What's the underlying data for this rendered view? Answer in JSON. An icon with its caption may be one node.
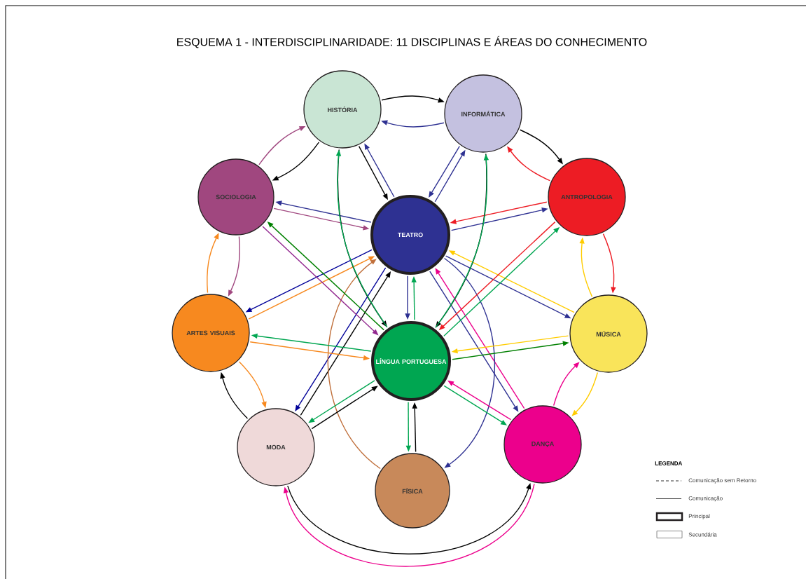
{
  "diagram": {
    "title": "ESQUEMA 1 - INTERDISCIPLINARIDADE: 11 DISCIPLINAS E ÁREAS DO CONHECIMENTO",
    "nodes": [
      {
        "text": [
          "HISTÓRIA"
        ]
      },
      {
        "text": [
          "INFORMÁTICA"
        ]
      },
      {
        "text": [
          "SOCIOLOGIA"
        ]
      },
      {
        "text": [
          "TEATRO"
        ]
      },
      {
        "text": [
          "ANTROPOLOGIA"
        ]
      },
      {
        "text": [
          "ARTES VISUAIS"
        ]
      },
      {
        "text": [
          "LÍNGUA PORTUGUESA"
        ]
      },
      {
        "text": [
          "MÚSICA"
        ]
      },
      {
        "text": [
          "MODA"
        ]
      },
      {
        "text": [
          "DANÇA"
        ]
      },
      {
        "text": [
          "FÍSICA"
        ]
      }
    ],
    "edges": [
      {
        "from": 0,
        "to": 1,
        "arrow": "to"
      },
      {
        "from": 1,
        "to": 0,
        "arrow": "to",
        "color": "#2e3192"
      },
      {
        "from": 1,
        "to": 4,
        "arrow": "to"
      },
      {
        "from": 4,
        "to": 1,
        "arrow": "to",
        "color": "#ed1c24"
      },
      {
        "from": 4,
        "to": 7,
        "arrow": "to",
        "color": "#ed1c24"
      },
      {
        "from": 7,
        "to": 4,
        "arrow": "to",
        "color": "#ffcc00"
      },
      {
        "from": 7,
        "to": 9,
        "arrow": "to",
        "color": "#ffcc00"
      },
      {
        "from": 9,
        "to": 7,
        "arrow": "to",
        "color": "#ec008c"
      },
      {
        "from": 9,
        "to": 8,
        "arrow": "to",
        "color": "#ec008c"
      },
      {
        "from": 8,
        "to": 9,
        "arrow": "to"
      },
      {
        "from": 8,
        "to": 5,
        "arrow": "to"
      },
      {
        "from": 5,
        "to": 8,
        "arrow": "to",
        "color": "#f7891f"
      },
      {
        "from": 5,
        "to": 2,
        "arrow": "to",
        "color": "#f7891f"
      },
      {
        "from": 2,
        "to": 5,
        "arrow": "to",
        "color": "#a0477f"
      },
      {
        "from": 2,
        "to": 0,
        "arrow": "to",
        "color": "#a0477f"
      },
      {
        "from": 0,
        "to": 2,
        "arrow": "to"
      },
      {
        "from": 0,
        "to": 3,
        "arrow": "to"
      },
      {
        "from": 3,
        "to": 0,
        "arrow": "to",
        "color": "#2e3192"
      },
      {
        "from": 1,
        "to": 3,
        "arrow": "to",
        "color": "#2e3192"
      },
      {
        "from": 3,
        "to": 1,
        "arrow": "to",
        "color": "#2e3192"
      },
      {
        "from": 2,
        "to": 3,
        "arrow": "to",
        "color": "#a0477f"
      },
      {
        "from": 3,
        "to": 2,
        "arrow": "to",
        "color": "#2e3192"
      },
      {
        "from": 4,
        "to": 3,
        "arrow": "to",
        "color": "#ed1c24"
      },
      {
        "from": 3,
        "to": 4,
        "arrow": "to",
        "color": "#2e3192"
      },
      {
        "from": 3,
        "to": 5,
        "arrow": "to",
        "color": "#000099"
      },
      {
        "from": 5,
        "to": 3,
        "arrow": "to",
        "color": "#f7891f"
      },
      {
        "from": 3,
        "to": 7,
        "arrow": "to",
        "color": "#2e3192"
      },
      {
        "from": 7,
        "to": 3,
        "arrow": "to",
        "color": "#ffcc00"
      },
      {
        "from": 3,
        "to": 6,
        "arrow": "to",
        "color": "#2e3192"
      },
      {
        "from": 6,
        "to": 3,
        "arrow": "to",
        "color": "#00a651"
      },
      {
        "from": 3,
        "to": 8,
        "arrow": "to",
        "color": "#000099"
      },
      {
        "from": 8,
        "to": 3,
        "arrow": "to"
      },
      {
        "from": 10,
        "to": 3,
        "arrow": "to",
        "color": "#c0703c"
      },
      {
        "from": 3,
        "to": 9,
        "arrow": "to",
        "color": "#2e3192"
      },
      {
        "from": 9,
        "to": 3,
        "arrow": "to",
        "color": "#ec008c"
      },
      {
        "from": 3,
        "to": 10,
        "arrow": "to",
        "color": "#2e3192"
      },
      {
        "from": 0,
        "to": 6,
        "arrow": "to"
      },
      {
        "from": 6,
        "to": 0,
        "arrow": "to",
        "color": "#00a651"
      },
      {
        "from": 1,
        "to": 6,
        "arrow": "to"
      },
      {
        "from": 6,
        "to": 1,
        "arrow": "to",
        "color": "#00a651"
      },
      {
        "from": 2,
        "to": 6,
        "arrow": "to",
        "color": "#92278f"
      },
      {
        "from": 6,
        "to": 2,
        "arrow": "to",
        "color": "#008000"
      },
      {
        "from": 4,
        "to": 6,
        "arrow": "to",
        "color": "#ed1c24"
      },
      {
        "from": 6,
        "to": 4,
        "arrow": "to",
        "color": "#00a651"
      },
      {
        "from": 6,
        "to": 5,
        "arrow": "to",
        "color": "#00a651"
      },
      {
        "from": 5,
        "to": 6,
        "arrow": "to",
        "color": "#f7891f"
      },
      {
        "from": 7,
        "to": 6,
        "arrow": "to",
        "color": "#ffcc00"
      },
      {
        "from": 6,
        "to": 7,
        "arrow": "to",
        "color": "#008000"
      },
      {
        "from": 8,
        "to": 6,
        "arrow": "to"
      },
      {
        "from": 6,
        "to": 8,
        "arrow": "to",
        "color": "#00a651"
      },
      {
        "from": 6,
        "to": 9,
        "arrow": "to",
        "color": "#00a651"
      },
      {
        "from": 9,
        "to": 6,
        "arrow": "to",
        "color": "#ec008c"
      },
      {
        "from": 6,
        "to": 10,
        "arrow": "to",
        "color": "#00a651"
      },
      {
        "from": 10,
        "to": 6,
        "arrow": "to"
      }
    ],
    "labels": [
      "LEGENDA"
    ],
    "legend": [
      {
        "text": "Comunicação sem Retorno"
      },
      {
        "text": "Comunicação"
      },
      {
        "text": "Principal"
      },
      {
        "text": "Secundária"
      }
    ]
  }
}
